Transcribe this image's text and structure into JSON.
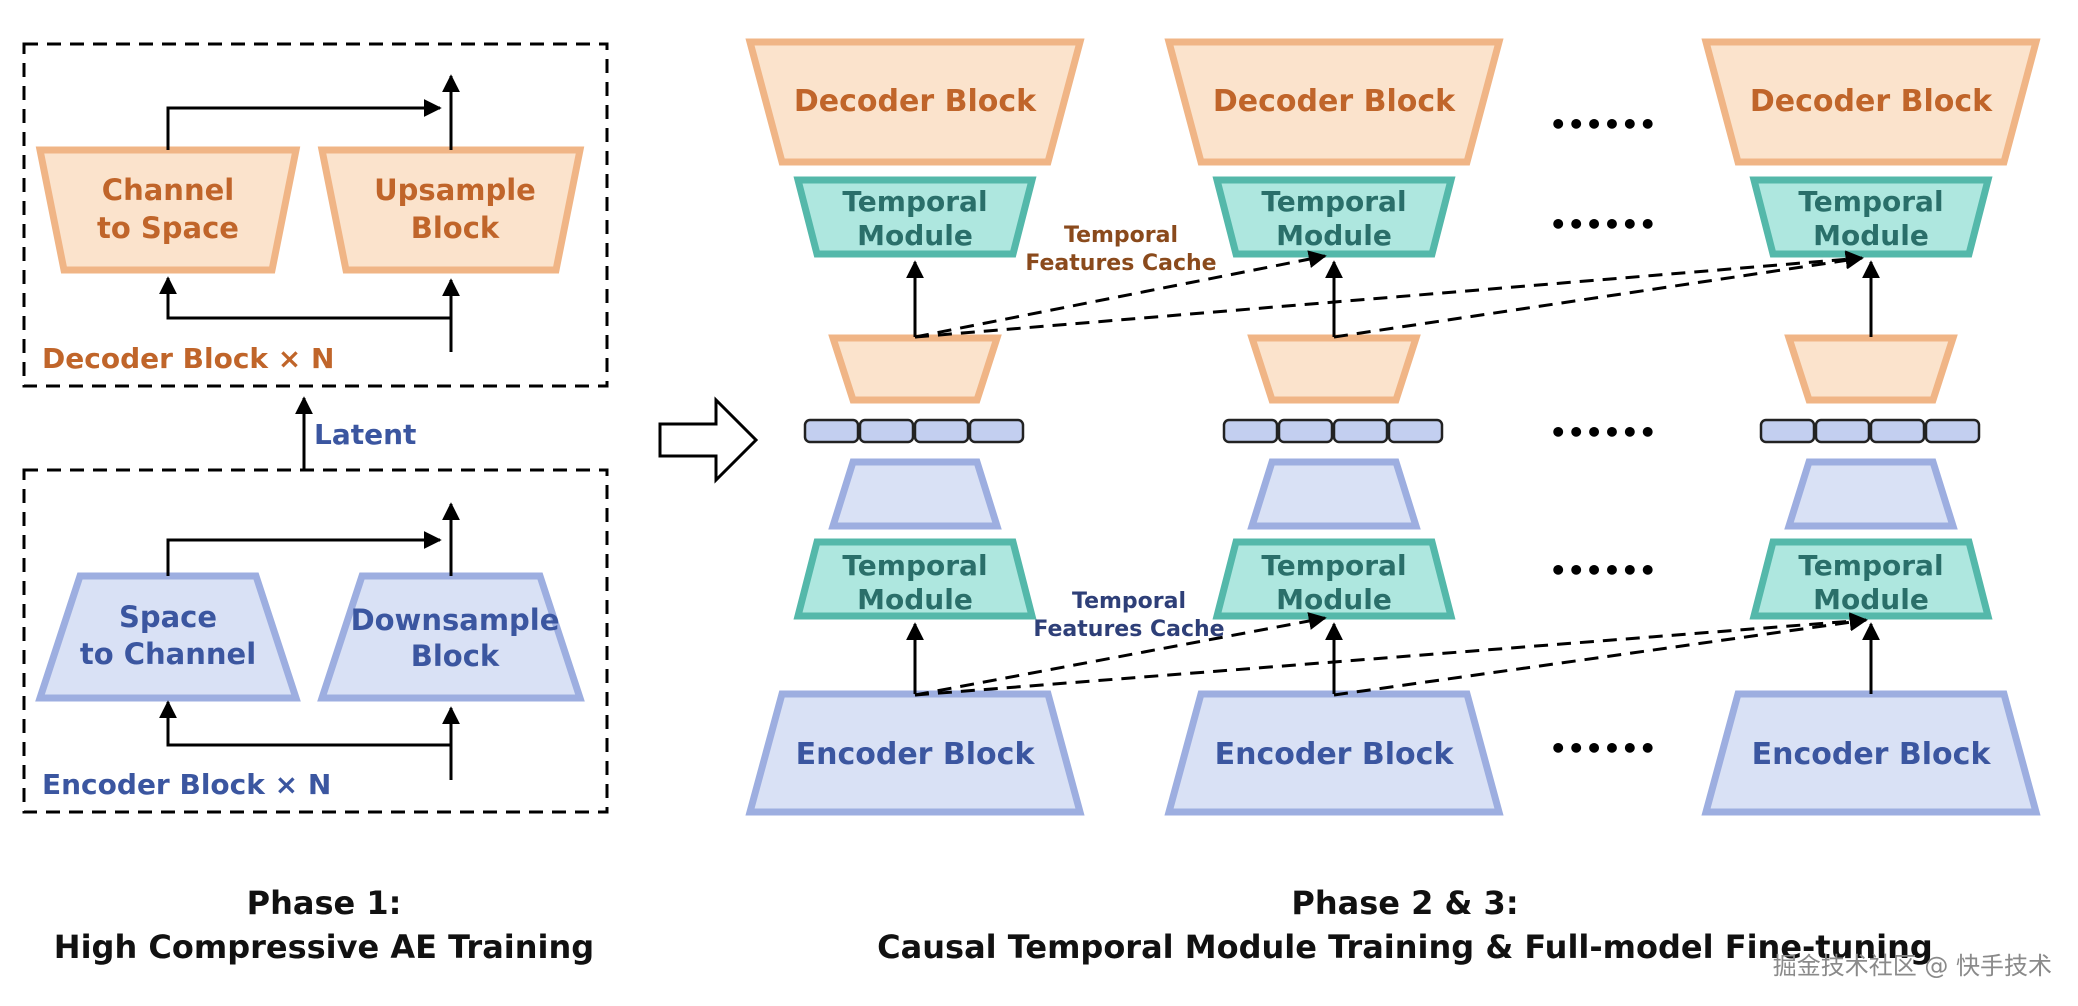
{
  "phase1": {
    "decoder_group_label": "Decoder Block × N",
    "channel_to_space": [
      "Channel",
      "to Space"
    ],
    "upsample_block": [
      "Upsample",
      "Block"
    ],
    "latent_label": "Latent",
    "encoder_group_label": "Encoder Block × N",
    "space_to_channel": [
      "Space",
      "to Channel"
    ],
    "downsample_block": [
      "Downsample",
      "Block"
    ],
    "caption": [
      "Phase 1:",
      "High Compressive AE Training"
    ]
  },
  "phase2": {
    "decoder_block": "Decoder Block",
    "encoder_block": "Encoder Block",
    "temporal_module": [
      "Temporal",
      "Module"
    ],
    "cache_label_top": [
      "Temporal",
      "Features Cache"
    ],
    "cache_label_bottom": [
      "Temporal",
      "Features Cache"
    ],
    "ellipsis": "••••••",
    "caption": [
      "Phase 2 & 3:",
      "Causal Temporal Module Training & Full-model Fine-tuning"
    ]
  },
  "watermark": "掘金技术社区 @ 快手技术",
  "colors": {
    "decoder_fill": "#fbe3cc",
    "decoder_stroke": "#f0b586",
    "encoder_fill": "#d9e1f5",
    "encoder_stroke": "#9daee0",
    "temporal_fill": "#aee7df",
    "temporal_stroke": "#54b8aa"
  }
}
